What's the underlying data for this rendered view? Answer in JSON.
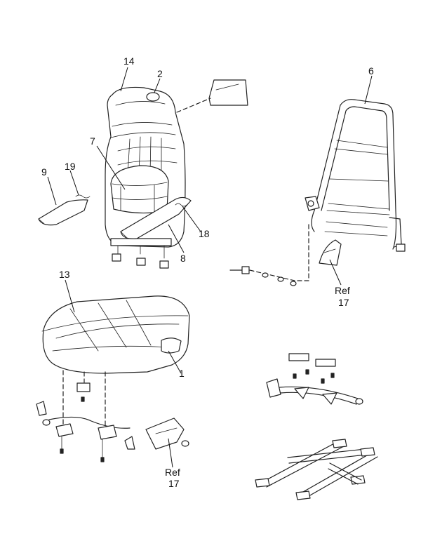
{
  "callouts": {
    "c1": "1",
    "c2": "2",
    "c6": "6",
    "c7": "7",
    "c8": "8",
    "c9": "9",
    "c13": "13",
    "c14": "14",
    "c18": "18",
    "c19": "19",
    "ref_a_line1": "Ref",
    "ref_a_line2": "17",
    "ref_b_line1": "Ref",
    "ref_b_line2": "17"
  }
}
